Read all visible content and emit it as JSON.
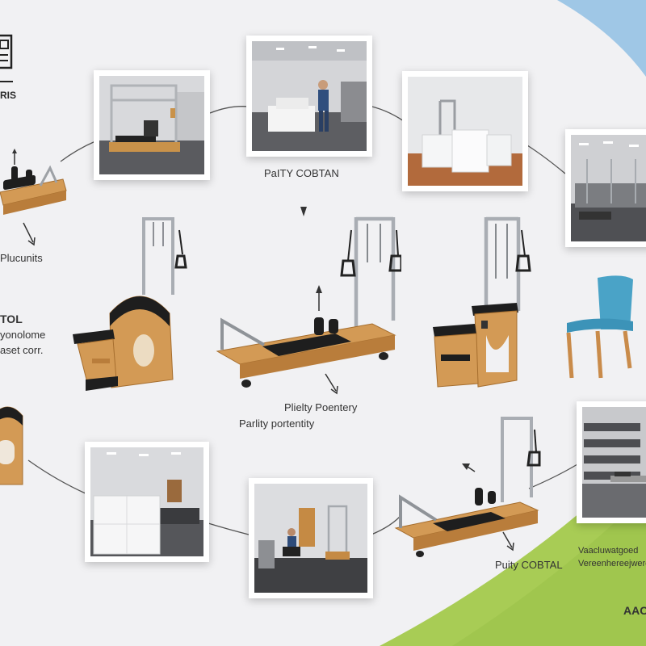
{
  "logo": {
    "text": "RIS"
  },
  "labels": {
    "top_center": "PaITY COBTAN",
    "left_upper": "Plucunits",
    "left_mid_1": "TOL",
    "left_mid_2": "yonolome",
    "left_mid_3": "aset corr.",
    "center_1": "Plielty Poentery",
    "center_2": "Parlity portentity",
    "bottom_right": "Puity COBTAL",
    "right_1": "Vaacluwatgoed",
    "right_2": "Vereenhereejwere",
    "corner": "AAC"
  },
  "colors": {
    "wood": "#d39a55",
    "wood_dark": "#a66e2e",
    "pad": "#1e1e1e",
    "metal": "#a9adb3",
    "chair_seat": "#4aa3c7",
    "green_blob": "#a8cc55",
    "blue_corner": "#9fc7e6"
  },
  "icons": [
    "reformer-icon",
    "cadillac-icon",
    "chair-icon",
    "ladder-barrel-icon",
    "dining-chair-icon",
    "arrow-icon"
  ]
}
